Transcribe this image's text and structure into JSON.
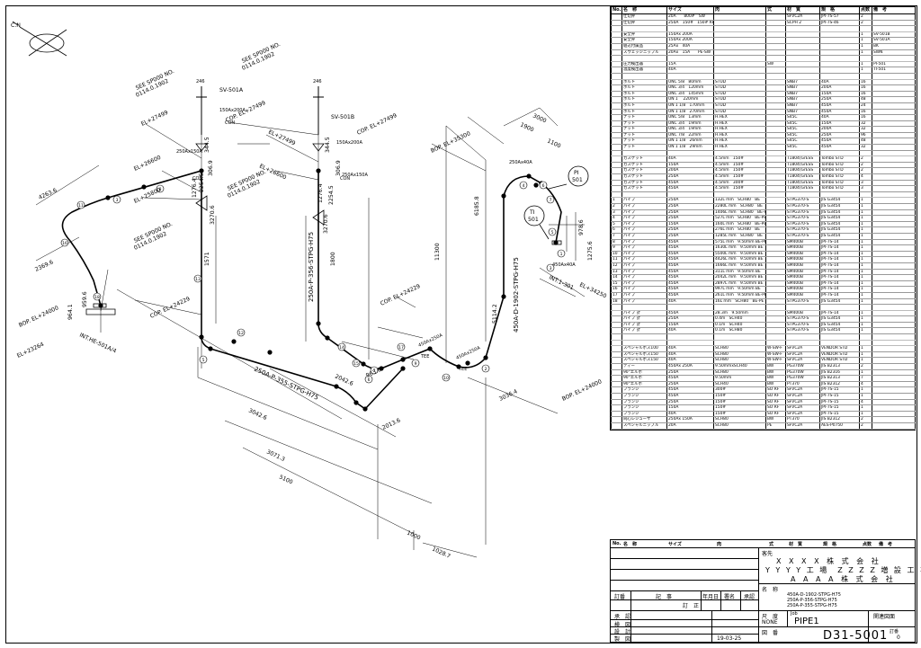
{
  "north": {
    "label": "C.N"
  },
  "dimensions": {
    "d3000": "3000",
    "d1900": "1900",
    "d1100": "1100",
    "d6185_8": "6185.8",
    "d11300": "11300",
    "d5114_2": "5114.2",
    "d978_6": "978.6",
    "d1275_6": "1275.6",
    "d4263_6": "4263.6",
    "d2369_6": "2369.6",
    "d964_1": "964.1",
    "d959_6": "959.6",
    "d3270_6": "3270.6",
    "d1571": "1571",
    "d1800": "1800",
    "d3270_6b": "3270.6",
    "d2042_6": "2042.6",
    "d963_6": "963.6",
    "d3042_6": "3042.6",
    "d2013_6": "2013.6",
    "d3071_3": "3071.3",
    "d5100": "5100",
    "d1000": "1000",
    "d1028_7": "1028.7",
    "d3036_4": "3036.4",
    "d306_9": "306.9",
    "d306_9b": "306.9",
    "d344_5": "344.5",
    "d344_5b": "344.5",
    "d1276_4": "1276.4",
    "d1276_4b": "1276.4",
    "d2254_5": "2254.5",
    "d2254_5b": "2254.5"
  },
  "elevations": {
    "el27499a": "EL+27499",
    "cop27499a": "COP. EL+27499",
    "el27499b": "EL+27499",
    "cop27499b": "COP. EL+27499",
    "el26600a": "EL+26600",
    "el26600b": "EL+26600",
    "el25800": "EL+25800",
    "bop35300": "BOP. EL+35300",
    "bop24000a": "BOP. EL+24000",
    "bop24000b": "BOP. EL+24000",
    "el23264": "EL+23264",
    "cop24229a": "COP. EL+24229",
    "cop24229b": "COP. EL+24229",
    "el34250": "EL+34250",
    "int1_301": "INT.1-301",
    "int_he501": "INT.HE-501A/4"
  },
  "line_labels": {
    "line1": "250A-P-355-STPG-H75",
    "line2": "250A-P-356-STPG-H75",
    "line3": "450A-D-1902-STPG-H75"
  },
  "notes": {
    "see1": "SEE SP000 NO.",
    "see1b": "0114.0.1902",
    "see2": "SEE SP000 NO.",
    "see2b": "0114.0.1902",
    "see3": "SEE SP000 NO.",
    "see3b": "0114.0.1902",
    "see4": "SEE SP000 NO.",
    "see4b": "0114.0.1902",
    "sv501a": "SV-501A",
    "sv501b": "SV-501B",
    "con1": "CON",
    "con2": "CON",
    "con3": "CON",
    "size1": "150Ax200A",
    "size2": "150Ax200A",
    "size3": "250Ax150A",
    "size4": "250Ax150A",
    "size5": "250Ax40A",
    "size6": "450Ax250A",
    "size7": "450Ax250A",
    "size8": "450Ax40A",
    "dot1": "246",
    "dot2": "246",
    "tee1": "TEE",
    "tee2": "TEE"
  },
  "instruments": {
    "pi": "PI",
    "pi_num": "501",
    "ti": "TI",
    "ti_num": "501"
  },
  "markers": [
    "11",
    "16",
    "18",
    "13",
    "12",
    "5",
    "14",
    "15",
    "17",
    "9",
    "10",
    "2",
    "4",
    "6",
    "7",
    "1",
    "3",
    "8",
    "5",
    "3",
    "6",
    "7"
  ],
  "bom": {
    "headers": [
      "No.",
      "名　称",
      "サイズ",
      "肉",
      "式",
      "材　質",
      "規　格",
      "点数",
      "備　考"
    ],
    "rows": [
      [
        "",
        "仕切弁",
        "20A　　800#　SW",
        "",
        "",
        "SFVC2A",
        "JPI-7S-57",
        "2",
        ""
      ],
      [
        "",
        "仕切弁",
        "250A　150#　150# RF",
        "",
        "",
        "SCPH 2",
        "JPI-7S-46",
        "2",
        ""
      ],
      [
        "",
        "",
        "",
        "",
        "",
        "",
        "",
        "",
        ""
      ],
      [
        "",
        "安全弁",
        "150Ax 200A",
        "",
        "",
        "",
        "",
        "1",
        "SV-501B"
      ],
      [
        "",
        "安全弁",
        "150Ax 200A",
        "",
        "",
        "",
        "",
        "1",
        "SV-501A"
      ],
      [
        "",
        "組込付属品",
        "25Ax　40A",
        "",
        "",
        "",
        "",
        "1",
        "BK"
      ],
      [
        "",
        "スウェッジニップル",
        "20Ax　15A　　PE-SW",
        "",
        "",
        "",
        "",
        "1",
        "SWN"
      ],
      [
        "",
        "",
        "",
        "",
        "",
        "",
        "",
        "",
        ""
      ],
      [
        "",
        "圧力検出器",
        "15A",
        "",
        "SW",
        "",
        "",
        "1",
        "PI-501"
      ],
      [
        "",
        "温度検出器",
        "40A",
        "",
        "",
        "",
        "",
        "1",
        "TI-501"
      ],
      [
        "",
        "",
        "",
        "",
        "",
        "",
        "",
        "",
        ""
      ],
      [
        "",
        "ボルト",
        "UNC 5/8　80mm",
        "STUD",
        "",
        "SNB7",
        "40A",
        "16",
        ""
      ],
      [
        "",
        "ボルト",
        "UNC 3/4　120mm",
        "STUD",
        "",
        "SNB7",
        "200A",
        "16",
        ""
      ],
      [
        "",
        "ボルト",
        "UNC 3/4　145mm",
        "STUD",
        "",
        "SNB7",
        "150A",
        "16",
        ""
      ],
      [
        "",
        "ボルト",
        "UN 1　 220mm",
        "STUD",
        "",
        "SNB7",
        "250A",
        "48",
        ""
      ],
      [
        "",
        "ボルト",
        "UN 1 1/8　170mm",
        "STUD",
        "",
        "SNB7",
        "450A",
        "24",
        ""
      ],
      [
        "",
        "ボルト",
        "UN 1 1/8　270mm",
        "STUD",
        "",
        "SNB7",
        "450A",
        "16",
        ""
      ],
      [
        "",
        "ナット",
        "UNC 5/8　13mm",
        "H.HEX",
        "",
        "S45C",
        "40A",
        "16",
        ""
      ],
      [
        "",
        "ナット",
        "UNC 3/4　19mm",
        "H.HEX",
        "",
        "S45C",
        "150A",
        "32",
        ""
      ],
      [
        "",
        "ナット",
        "UNC 3/4　19mm",
        "H.HEX",
        "",
        "S45C",
        "200A",
        "32",
        ""
      ],
      [
        "",
        "ナット",
        "UNC 7/8　22mm",
        "H.HEX",
        "",
        "S45C",
        "250A",
        "96",
        ""
      ],
      [
        "",
        "ナット",
        "UN 1 1/8　26mm",
        "H.HEX",
        "",
        "S45C",
        "450A",
        "48",
        ""
      ],
      [
        "",
        "ナット",
        "UN 1 1/8　29mm",
        "H.HEX",
        "",
        "S45C",
        "450A",
        "32",
        ""
      ],
      [
        "",
        "",
        "",
        "",
        "",
        "",
        "",
        "",
        ""
      ],
      [
        "",
        "ガスケット",
        "40A",
        "4.5mm　150#",
        "",
        "T1804(GrESS",
        "Tombo STD",
        "2",
        ""
      ],
      [
        "",
        "ガスケット",
        "150A",
        "4.5mm　150#",
        "",
        "T1804(GrESS",
        "Tombo STD",
        "2",
        ""
      ],
      [
        "",
        "ガスケット",
        "200A",
        "4.5mm　150#",
        "",
        "T1804(GrESS",
        "Tombo STD",
        "2",
        ""
      ],
      [
        "",
        "ガスケット",
        "250A",
        "4.5mm　150#",
        "",
        "T1804(GrESS",
        "Tombo STD",
        "4",
        ""
      ],
      [
        "",
        "ガスケット",
        "450A",
        "4.5mm　300#",
        "",
        "T1804(GrESS",
        "Tombo STD",
        "3",
        ""
      ],
      [
        "",
        "ガスケット",
        "450A",
        "4.5mm　150#",
        "",
        "T1804(GrESS",
        "Tombo STD",
        "3",
        ""
      ],
      [
        "",
        "",
        "",
        "",
        "",
        "",
        "",
        "",
        ""
      ],
      [
        "1",
        "パイプ",
        "250A",
        "132L mm　SCH80　BE",
        "",
        "STPG370-S",
        "JIS G3454",
        "1",
        ""
      ],
      [
        "2",
        "パイプ",
        "250A",
        "2280L mm　SCH80　BE",
        "",
        "STPG370-S",
        "JIS G3454",
        "1",
        ""
      ],
      [
        "3",
        "パイプ",
        "250A",
        "1406L mm　SCH80　BE-PE",
        "",
        "STPG370-S",
        "JIS G3454",
        "1",
        ""
      ],
      [
        "4",
        "パイプ",
        "250A",
        "527L mm　SCH80　BE-PE",
        "",
        "STPG370-S",
        "JIS G3454",
        "1",
        ""
      ],
      [
        "5",
        "パイプ",
        "150A",
        "160L mm　SCH80　BE-PE",
        "",
        "STPG370-S",
        "JIS G3454",
        "1",
        ""
      ],
      [
        "6",
        "パイプ",
        "250A",
        "276L mm　SCH80　BE",
        "",
        "STPG370-S",
        "JIS G3454",
        "1",
        ""
      ],
      [
        "7",
        "パイプ",
        "250A",
        "1285L mm　SCH80　BE",
        "",
        "STPG370-S",
        "JIS G3454",
        "1",
        ""
      ],
      [
        "8",
        "パイプ",
        "450A",
        "575L mm　9.50mm BE-PE",
        "",
        "SM400B",
        "JPI-7S-14",
        "1",
        ""
      ],
      [
        "9",
        "パイプ",
        "450A",
        "1630L mm　9.50mm BE",
        "",
        "SM400B",
        "JPI-7S-14",
        "1",
        ""
      ],
      [
        "10",
        "パイプ",
        "450A",
        "5500L mm　9.50mm BE",
        "",
        "SM400B",
        "JPI-7S-14",
        "1",
        ""
      ],
      [
        "11",
        "パイプ",
        "450A",
        "4426L mm　9.50mm BE",
        "",
        "SM400B",
        "JPI-7S-14",
        "1",
        ""
      ],
      [
        "12",
        "パイプ",
        "450A",
        "1666L mm　9.50mm BE",
        "",
        "SM400B",
        "JPI-7S-14",
        "1",
        ""
      ],
      [
        "13",
        "パイプ",
        "450A",
        "311L mm　9.50mm BE",
        "",
        "SM400B",
        "JPI-7S-14",
        "1",
        ""
      ],
      [
        "14",
        "パイプ",
        "450A",
        "2042L mm　9.50mm BE",
        "",
        "SM400B",
        "JPI-7S-14",
        "1",
        ""
      ],
      [
        "15",
        "パイプ",
        "450A",
        "2897L mm　9.50mm BE",
        "",
        "SM400B",
        "JPI-7S-14",
        "1",
        ""
      ],
      [
        "16",
        "パイプ",
        "450A",
        "997L mm　9.50mm BE",
        "",
        "SM400B",
        "JPI-7S-14",
        "1",
        ""
      ],
      [
        "17",
        "パイプ",
        "450A",
        "261L mm　9.50mm BE-PE",
        "",
        "SM400B",
        "JPI-7S-14",
        "1",
        ""
      ],
      [
        "18",
        "パイプ",
        "40A",
        "16L mm　SCH80　BE-PE",
        "",
        "STPG370-S",
        "JIS G3454",
        "1",
        ""
      ],
      [
        "",
        "",
        "",
        "",
        "",
        "",
        "",
        "",
        ""
      ],
      [
        "",
        "パイプ 計",
        "450A",
        "28.3m　9.50mm",
        "",
        "SM400B",
        "JPI-7S-14",
        "1",
        ""
      ],
      [
        "",
        "パイプ 計",
        "250A",
        "0.4m　SCH40",
        "",
        "STPG370-S",
        "JIS G3454",
        "1",
        ""
      ],
      [
        "",
        "パイプ 計",
        "150A",
        "0.1m　SCH40",
        "",
        "STPG370-S",
        "JIS G3454",
        "1",
        ""
      ],
      [
        "",
        "パイプ 計",
        "40A",
        "0.1m　SCH80",
        "",
        "STPG370-S",
        "JIS G3454",
        "1",
        ""
      ],
      [
        "",
        "",
        "",
        "",
        "",
        "",
        "",
        "",
        ""
      ],
      [
        "",
        "",
        "",
        "",
        "",
        "",
        "",
        "",
        ""
      ],
      [
        "",
        "スペシャルボス100",
        "40A",
        "SCH80",
        "W-SW-F",
        "SFVC2A",
        "VENDOR STD",
        "1",
        ""
      ],
      [
        "",
        "スペシャルボス150",
        "40A",
        "SCH80",
        "W-SW-F",
        "SFVC2A",
        "VENDOR STD",
        "1",
        ""
      ],
      [
        "",
        "スペシャルボス150",
        "40A",
        "SCH80",
        "W-SW-F",
        "SFVC2A",
        "VENDOR STD",
        "1",
        ""
      ],
      [
        "",
        "ティー",
        "450Ax 250A",
        "9.50mmxSCH40",
        "BW",
        "PG370W",
        "JIS B2313",
        "2",
        ""
      ],
      [
        "",
        "90°エルボ",
        "250A",
        "SCH80",
        "BW",
        "PG370W",
        "JIS B2316",
        "1",
        ""
      ],
      [
        "",
        "90°エルボ",
        "450A",
        "9.50mm",
        "BW",
        "PG370W",
        "JIS B2313",
        "7",
        ""
      ],
      [
        "",
        "90°エルボ",
        "250A",
        "SCH40",
        "BW",
        "PT370",
        "JIS B2312",
        "4",
        ""
      ],
      [
        "",
        "フランジ",
        "450A",
        "300#",
        "SO RF",
        "SFVC2A",
        "JPI-7S-15",
        "1",
        ""
      ],
      [
        "",
        "フランジ",
        "450A",
        "150#",
        "SO RF",
        "SFVC2A",
        "JPI-7S-15",
        "1",
        ""
      ],
      [
        "",
        "フランジ",
        "250A",
        "150#",
        "SO RF",
        "SFVC2A",
        "JPI-7S-15",
        "4",
        ""
      ],
      [
        "",
        "フランジ",
        "150A",
        "150#",
        "SO RF",
        "SFVC2A",
        "JPI-7S-15",
        "1",
        ""
      ],
      [
        "",
        "フランジ",
        "40A",
        "150#",
        "SO RF",
        "SFVC2A",
        "JPI-7S-15",
        "1",
        ""
      ],
      [
        "",
        "同心レジューサ",
        "250Ax 150A",
        "SCH80",
        "BW",
        "PT370",
        "JIS B2312",
        "2",
        ""
      ],
      [
        "",
        "スペシャルニップル",
        "20A",
        "SCH80",
        "PE",
        "SFVC2A",
        "AES-P0750",
        "2",
        ""
      ]
    ]
  },
  "title_block": {
    "hdr_no": "No.",
    "hdr_name": "名　称",
    "hdr_size": "サイズ",
    "hdr_thk": "肉",
    "hdr_type": "式",
    "hdr_mat": "材　質",
    "hdr_std": "規　格",
    "hdr_qty": "点数",
    "hdr_note": "備　考",
    "client_label": "客先",
    "client1": "X X X X 株 式 会 社",
    "client2": "Y Y Y Y 工 場　Z Z Z Z 増 設 工 事",
    "client3": "A A A A 株 式 会 社",
    "name_label": "名　称",
    "name1": "450A-D-1902-STPG-H75",
    "name2": "250A-P-356-STPG-H75",
    "name3": "250A-P-355-STPG-H75",
    "rev_label": "訂番",
    "rev_record": "記　事",
    "rev_date": "年月日",
    "rev_sign": "署名",
    "rev_appr": "承認",
    "revision": "訂　正",
    "scale_label": "尺　度",
    "scale": "NONE",
    "job_label": "Job",
    "job": "PIPE1",
    "related_label": "関連図面",
    "dwg_label": "図　番",
    "dwg_no": "D31-5001",
    "sheet_label": "訂番",
    "sheet": "0",
    "approve_label": "承　認",
    "check_label": "検　図",
    "design_label": "設　計",
    "draw_label": "製　図",
    "date": "19-03-25"
  },
  "colors": {
    "line": "#000000",
    "paper": "#ffffff"
  }
}
